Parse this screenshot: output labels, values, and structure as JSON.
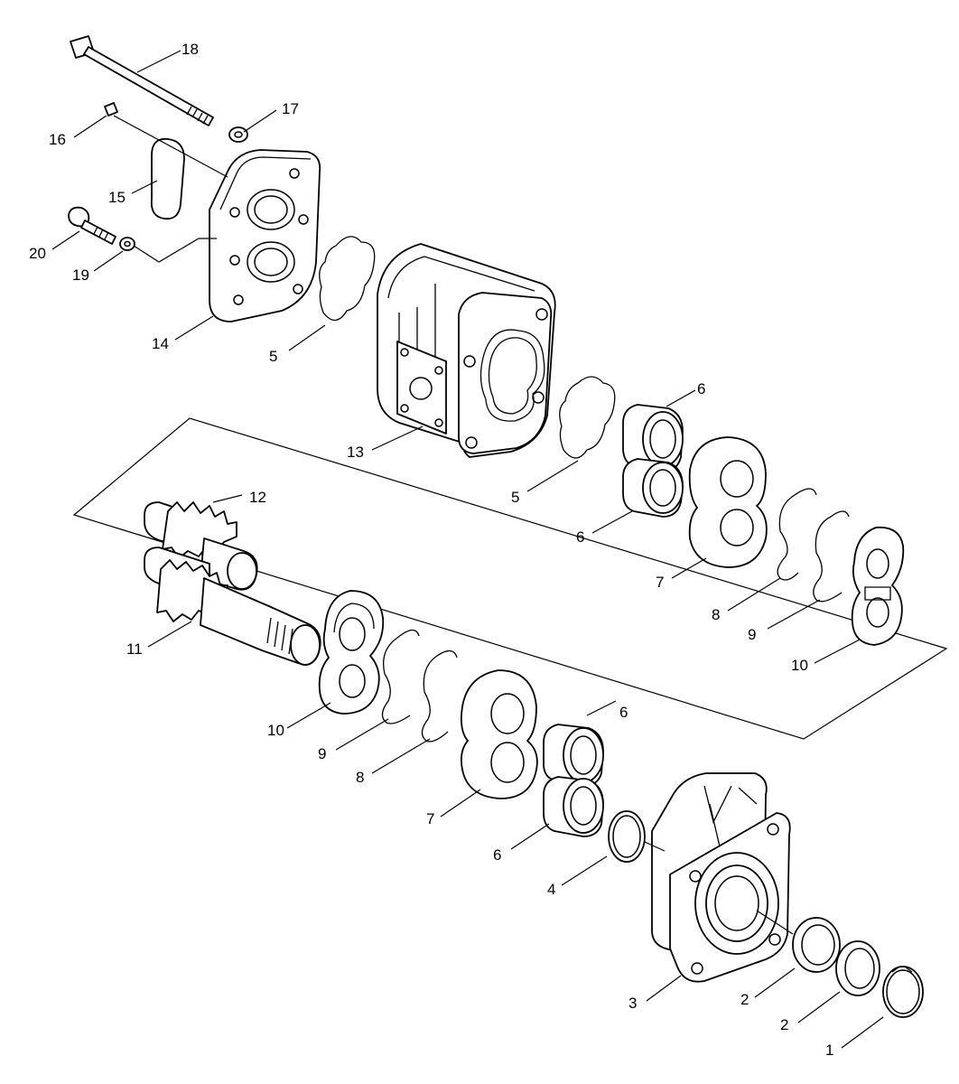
{
  "diagram": {
    "callouts": [
      {
        "id": "c18",
        "label": "18"
      },
      {
        "id": "c17",
        "label": "17"
      },
      {
        "id": "c16",
        "label": "16"
      },
      {
        "id": "c15",
        "label": "15"
      },
      {
        "id": "c20",
        "label": "20"
      },
      {
        "id": "c19",
        "label": "19"
      },
      {
        "id": "c14",
        "label": "14"
      },
      {
        "id": "c5a",
        "label": "5"
      },
      {
        "id": "c13",
        "label": "13"
      },
      {
        "id": "c5b",
        "label": "5"
      },
      {
        "id": "c6a",
        "label": "6"
      },
      {
        "id": "c6b",
        "label": "6"
      },
      {
        "id": "c7a",
        "label": "7"
      },
      {
        "id": "c8a",
        "label": "8"
      },
      {
        "id": "c9a",
        "label": "9"
      },
      {
        "id": "c10a",
        "label": "10"
      },
      {
        "id": "c12",
        "label": "12"
      },
      {
        "id": "c11",
        "label": "11"
      },
      {
        "id": "c10b",
        "label": "10"
      },
      {
        "id": "c9b",
        "label": "9"
      },
      {
        "id": "c8b",
        "label": "8"
      },
      {
        "id": "c7b",
        "label": "7"
      },
      {
        "id": "c6c",
        "label": "6"
      },
      {
        "id": "c6d",
        "label": "6"
      },
      {
        "id": "c4",
        "label": "4"
      },
      {
        "id": "c3",
        "label": "3"
      },
      {
        "id": "c2a",
        "label": "2"
      },
      {
        "id": "c2b",
        "label": "2"
      },
      {
        "id": "c1",
        "label": "1"
      }
    ]
  }
}
